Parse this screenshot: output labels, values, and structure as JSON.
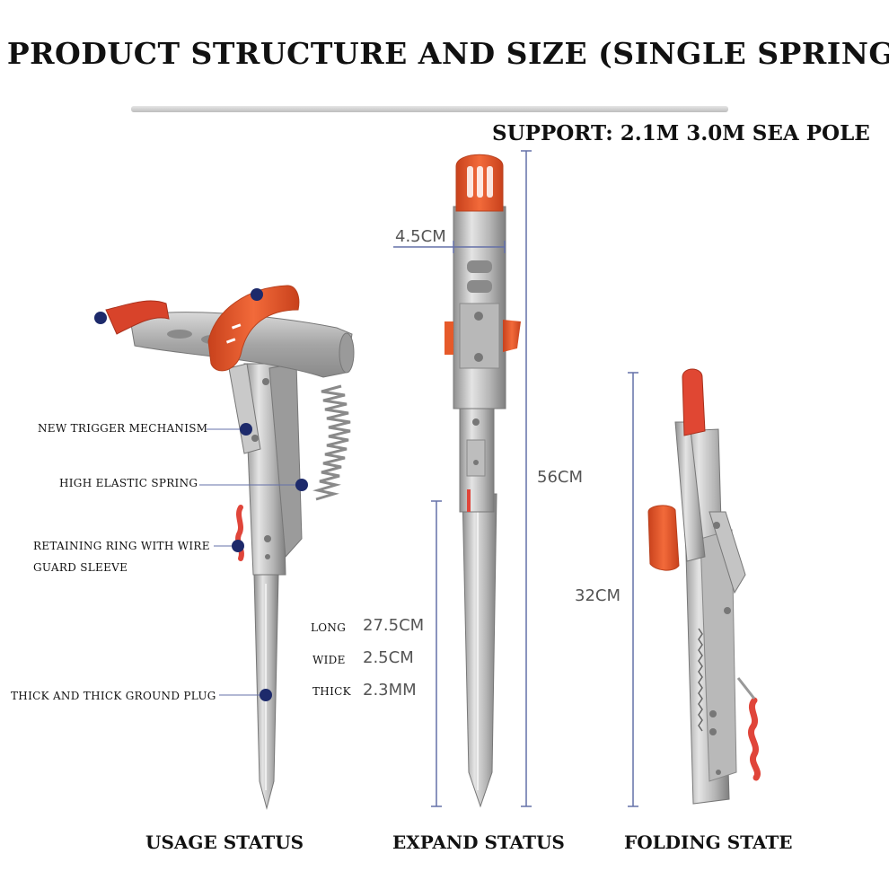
{
  "title": "PRODUCT STRUCTURE AND SIZE (SINGLE SPRING)",
  "support": "SUPPORT: 2.1M 3.0M SEA POLE",
  "callouts": {
    "trigger": "NEW TRIGGER MECHANISM",
    "spring": "HIGH ELASTIC SPRING",
    "ring_line1": "RETAINING RING WITH WIRE",
    "ring_line2": "GUARD SLEEVE",
    "plug": "THICK AND THICK GROUND PLUG"
  },
  "dimensions": {
    "head_width": "4.5CM",
    "total_length": "56CM",
    "folded_length": "32CM"
  },
  "specs": [
    {
      "name": "LONG",
      "value": "27.5CM"
    },
    {
      "name": "WIDE",
      "value": "2.5CM"
    },
    {
      "name": "THICK",
      "value": "2.3MM"
    }
  ],
  "captions": {
    "usage": "USAGE STATUS",
    "expand": "EXPAND STATUS",
    "folding": "FOLDING STATE"
  },
  "colors": {
    "accent_orange": "#e65a2a",
    "dot_navy": "#1d2a6b",
    "steel": "#a9a9a9",
    "dimension_line": "#6470a8"
  }
}
